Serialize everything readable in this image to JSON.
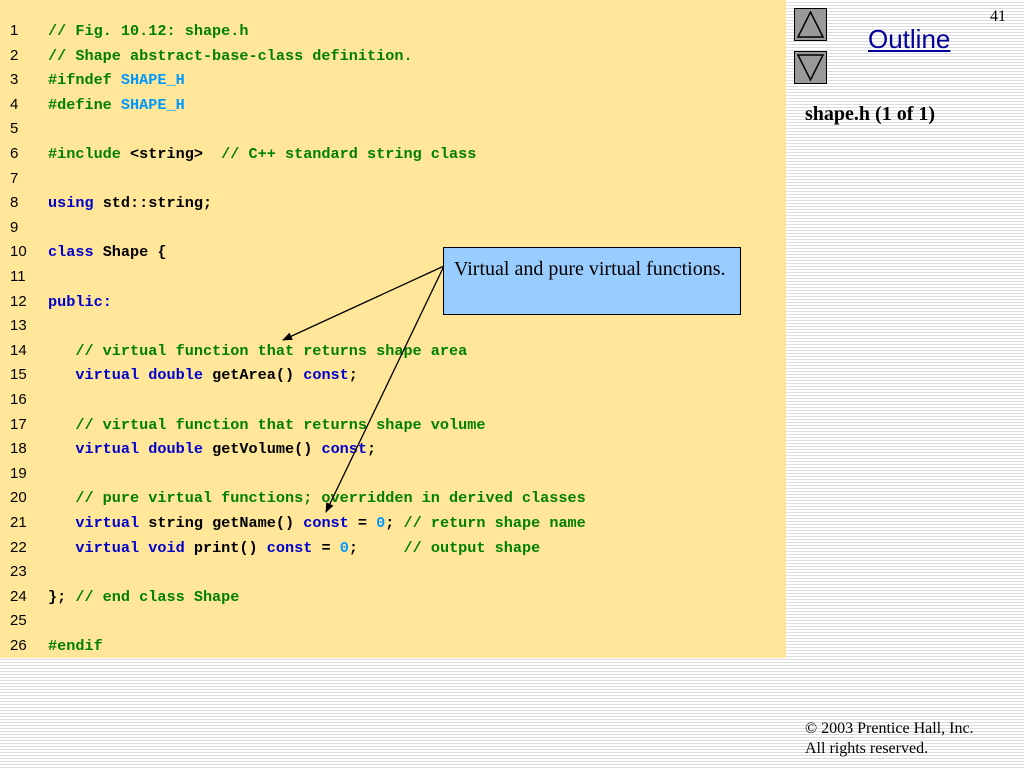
{
  "slide": {
    "page_number": "41",
    "outline_label": "Outline",
    "subtitle": "shape.h (1 of 1)",
    "callout_text": "Virtual and pure virtual functions.",
    "copyright_line1": "© 2003 Prentice Hall, Inc.",
    "copyright_line2": "All rights reserved."
  },
  "nav": {
    "up_icon": "triangle-up-icon",
    "down_icon": "triangle-down-icon"
  },
  "colors": {
    "code_background": "#ffe699",
    "callout_background": "#99ccff",
    "comment": "#008000",
    "keyword": "#0000cc",
    "macro": "#0099ff",
    "literal": "#0099ff",
    "text": "#000000",
    "nav_button": "#999999",
    "link": "#000099"
  },
  "code": {
    "lines": [
      [
        {
          "t": "// Fig. 10.12: shape.h",
          "c": "comment"
        }
      ],
      [
        {
          "t": "// Shape abstract-base-class definition.",
          "c": "comment"
        }
      ],
      [
        {
          "t": "#ifndef ",
          "c": "comment"
        },
        {
          "t": "SHAPE_H",
          "c": "macro"
        }
      ],
      [
        {
          "t": "#define ",
          "c": "comment"
        },
        {
          "t": "SHAPE_H",
          "c": "macro"
        }
      ],
      [],
      [
        {
          "t": "#include ",
          "c": "comment"
        },
        {
          "t": "<string>  ",
          "c": "text"
        },
        {
          "t": "// C++ standard string class",
          "c": "comment"
        }
      ],
      [],
      [
        {
          "t": "using ",
          "c": "keyword"
        },
        {
          "t": "std::string;",
          "c": "text"
        }
      ],
      [],
      [
        {
          "t": "class ",
          "c": "keyword"
        },
        {
          "t": "Shape {",
          "c": "text"
        }
      ],
      [],
      [
        {
          "t": "public",
          "c": "keyword"
        },
        {
          "t": ":",
          "c": "keyword"
        }
      ],
      [],
      [
        {
          "t": "   // virtual function that returns shape area",
          "c": "comment"
        }
      ],
      [
        {
          "t": "   ",
          "c": "text"
        },
        {
          "t": "virtual ",
          "c": "keyword"
        },
        {
          "t": "double ",
          "c": "keyword"
        },
        {
          "t": "getArea() ",
          "c": "text"
        },
        {
          "t": "const",
          "c": "keyword"
        },
        {
          "t": ";",
          "c": "text"
        }
      ],
      [],
      [
        {
          "t": "   // virtual function that returns shape volume",
          "c": "comment"
        }
      ],
      [
        {
          "t": "   ",
          "c": "text"
        },
        {
          "t": "virtual ",
          "c": "keyword"
        },
        {
          "t": "double ",
          "c": "keyword"
        },
        {
          "t": "getVolume() ",
          "c": "text"
        },
        {
          "t": "const",
          "c": "keyword"
        },
        {
          "t": ";",
          "c": "text"
        }
      ],
      [],
      [
        {
          "t": "   // pure virtual functions; overridden in derived classes",
          "c": "comment"
        }
      ],
      [
        {
          "t": "   ",
          "c": "text"
        },
        {
          "t": "virtual ",
          "c": "keyword"
        },
        {
          "t": "string getName() ",
          "c": "text"
        },
        {
          "t": "const ",
          "c": "keyword"
        },
        {
          "t": "= ",
          "c": "text"
        },
        {
          "t": "0",
          "c": "literal"
        },
        {
          "t": "; ",
          "c": "text"
        },
        {
          "t": "// return shape name",
          "c": "comment"
        }
      ],
      [
        {
          "t": "   ",
          "c": "text"
        },
        {
          "t": "virtual ",
          "c": "keyword"
        },
        {
          "t": "void ",
          "c": "keyword"
        },
        {
          "t": "print() ",
          "c": "text"
        },
        {
          "t": "const ",
          "c": "keyword"
        },
        {
          "t": "= ",
          "c": "text"
        },
        {
          "t": "0",
          "c": "literal"
        },
        {
          "t": ";     ",
          "c": "text"
        },
        {
          "t": "// output shape",
          "c": "comment"
        }
      ],
      [],
      [
        {
          "t": "}; ",
          "c": "text"
        },
        {
          "t": "// end class Shape",
          "c": "comment"
        }
      ],
      [],
      [
        {
          "t": "#endif",
          "c": "comment"
        }
      ]
    ]
  }
}
